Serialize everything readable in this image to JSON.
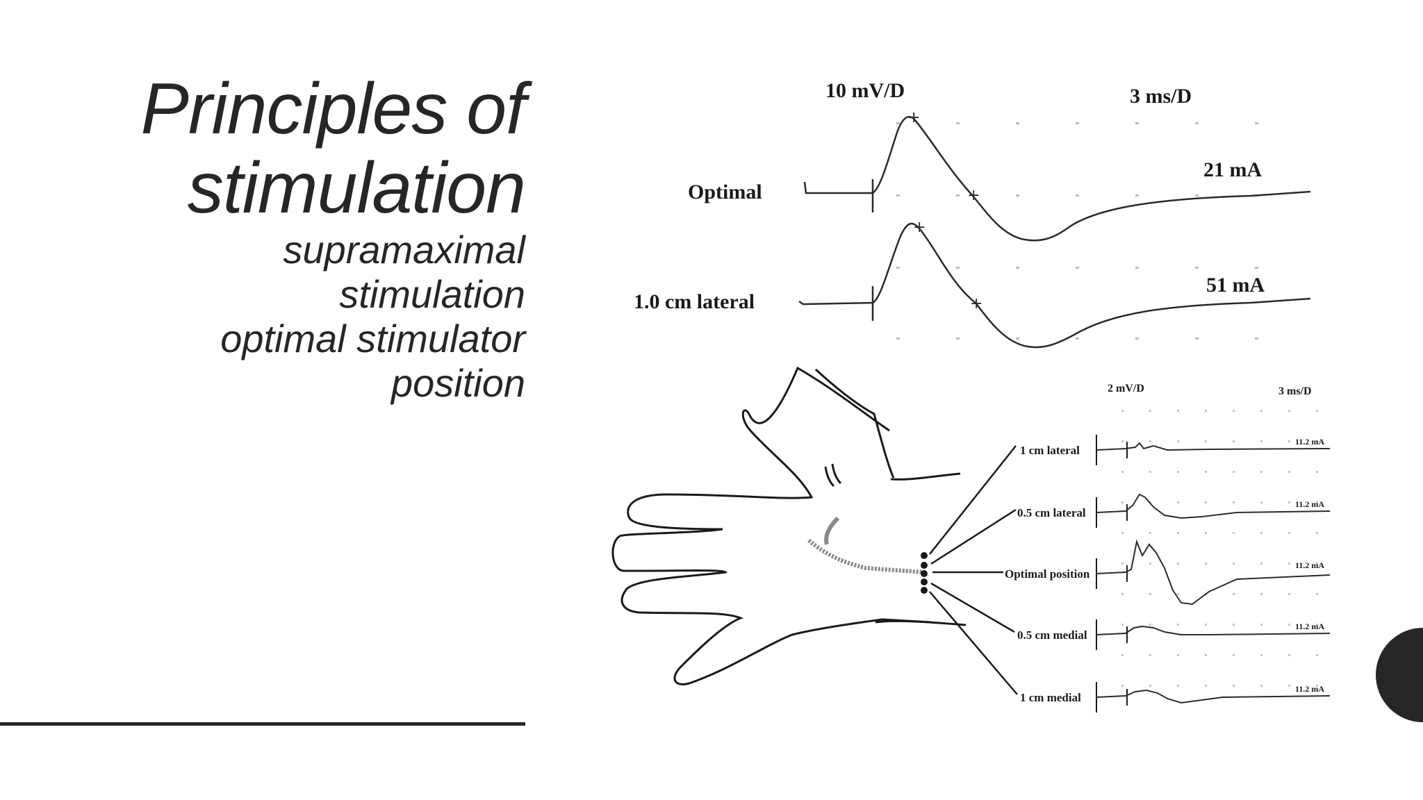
{
  "slide": {
    "title_lines": [
      "Principles of",
      "stimulation"
    ],
    "subtitle_lines": [
      "supramaximal",
      "stimulation",
      "optimal stimulator",
      "position"
    ]
  },
  "figure_top": {
    "gain_label": "10 mV/D",
    "time_label": "3 ms/D",
    "traces": [
      {
        "label": "Optimal",
        "current": "21 mA"
      },
      {
        "label": "1.0 cm lateral",
        "current": "51 mA"
      }
    ]
  },
  "figure_bottom": {
    "gain_label": "2 mV/D",
    "time_label": "3 ms/D",
    "traces": [
      {
        "label": "1 cm lateral",
        "current": "11.2 mA"
      },
      {
        "label": "0.5 cm lateral",
        "current": "11.2 mA"
      },
      {
        "label": "Optimal position",
        "current": "11.2 mA"
      },
      {
        "label": "0.5 cm medial",
        "current": "11.2 mA"
      },
      {
        "label": "1 cm medial",
        "current": "11.2 mA"
      }
    ]
  },
  "colors": {
    "text": "#262626",
    "ink": "#1a1a1a",
    "background": "#ffffff"
  },
  "icons": {
    "corner_shape": "dark-half-circle"
  }
}
